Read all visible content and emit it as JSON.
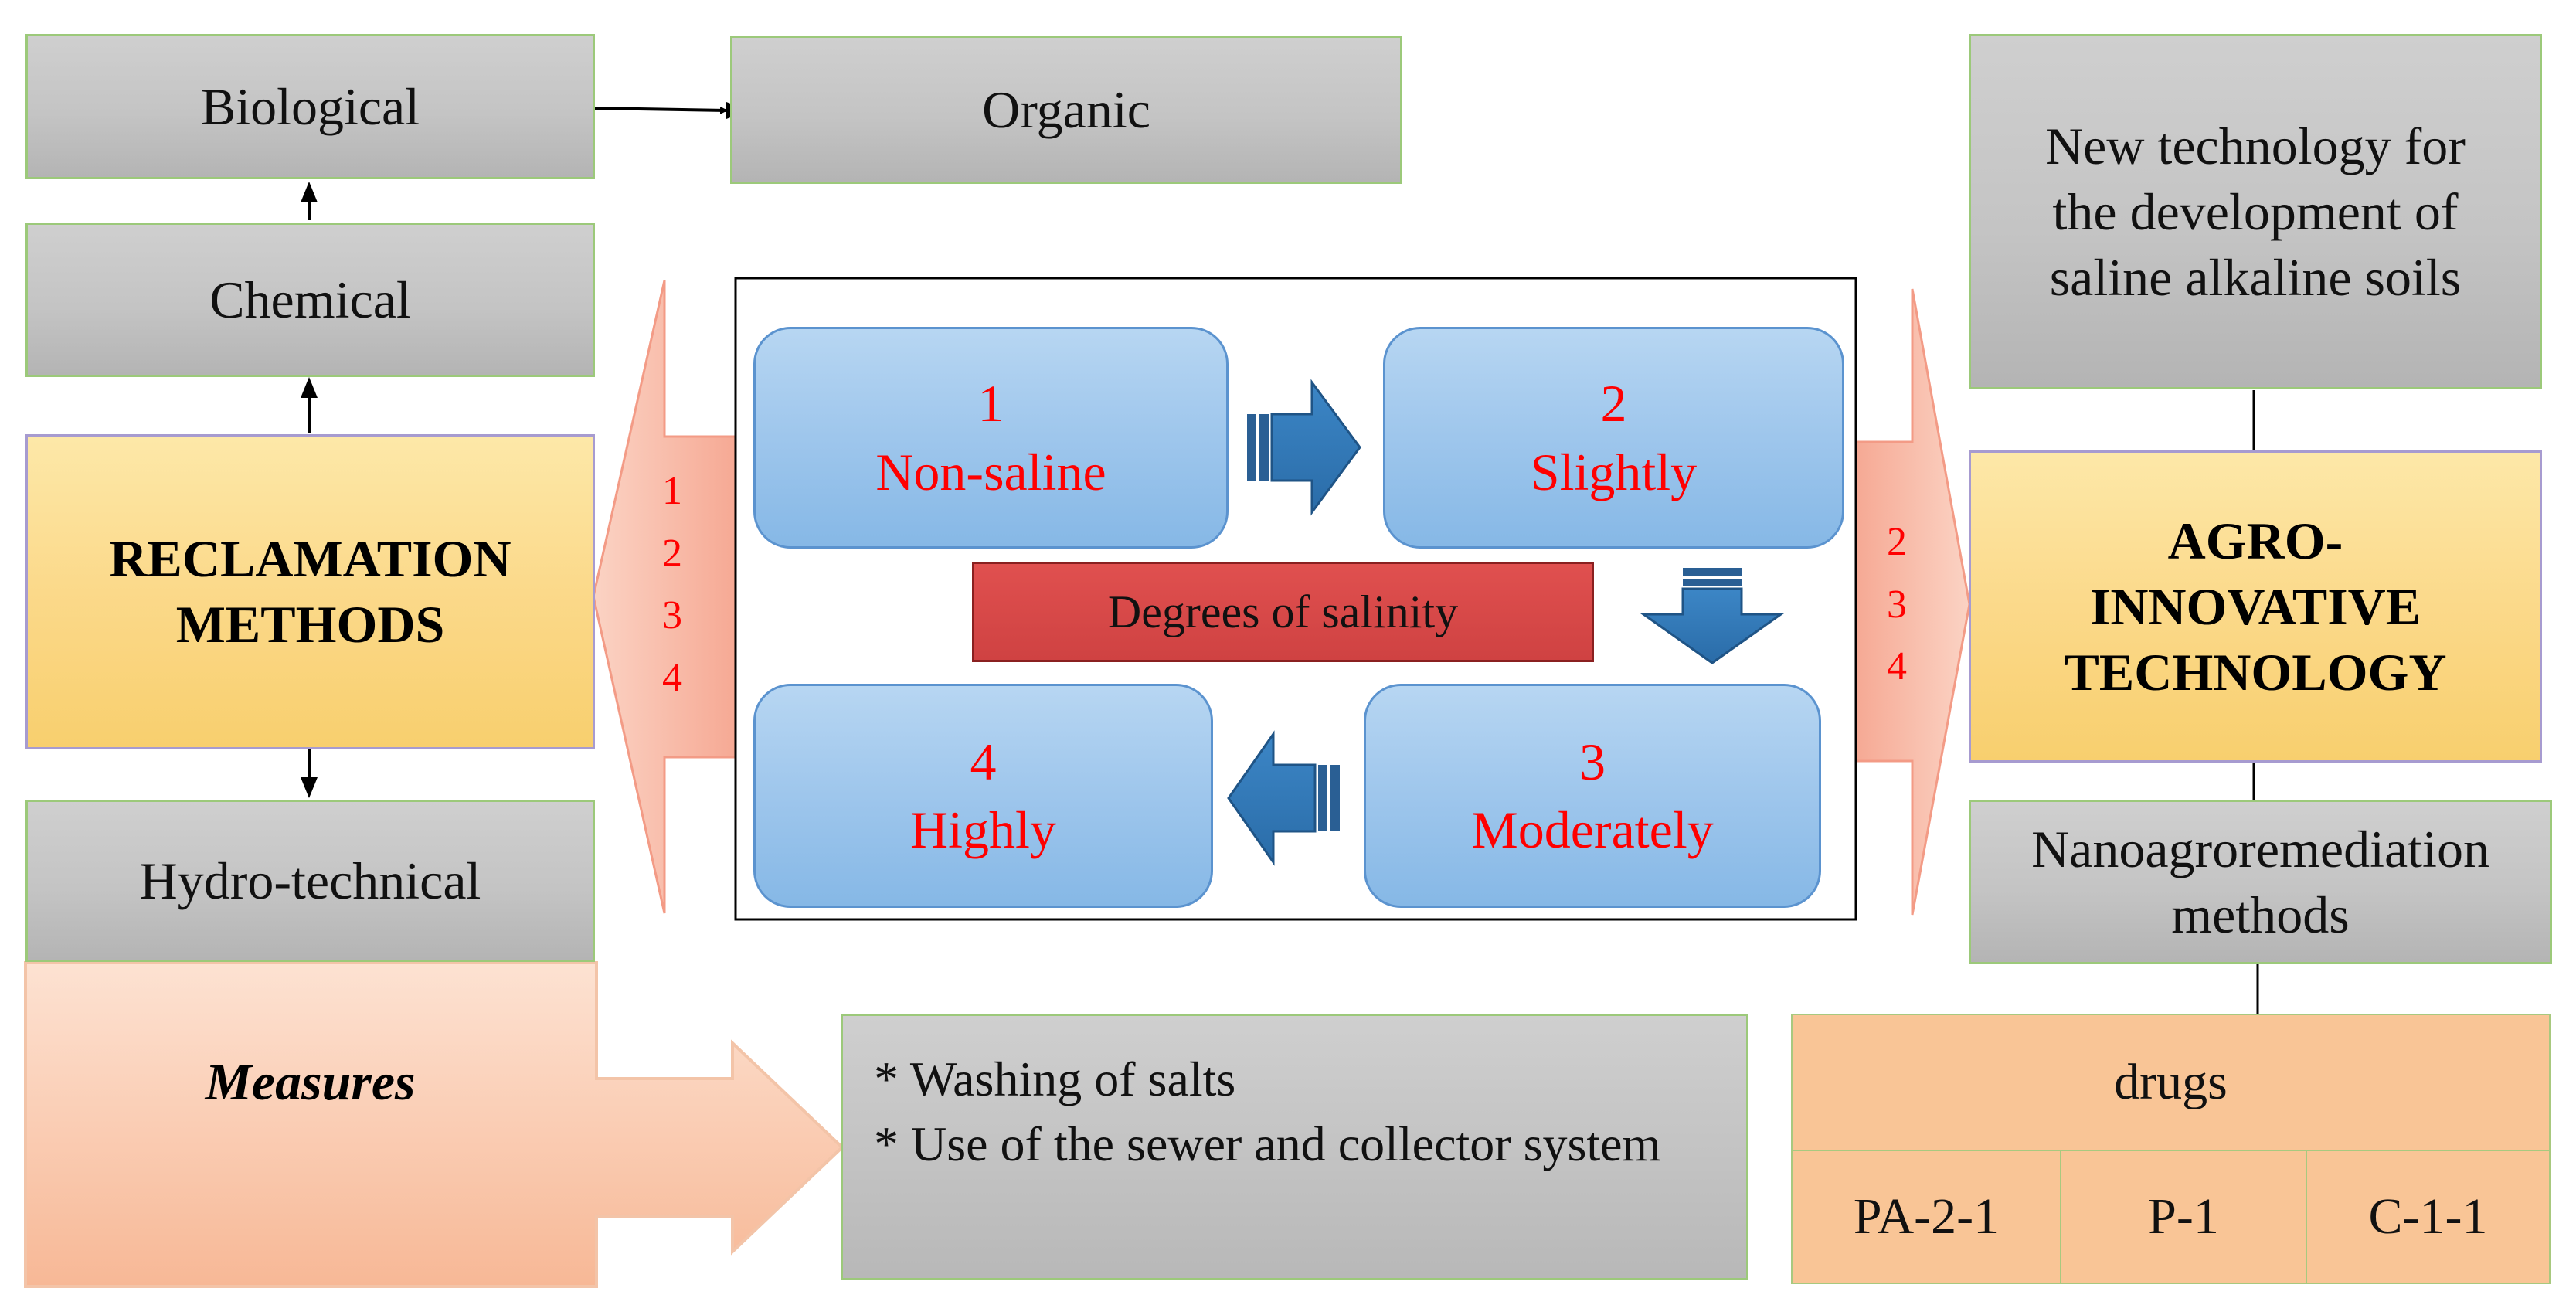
{
  "left": {
    "biological": "Biological",
    "chemical": "Chemical",
    "reclamation_title": "RECLAMATION METHODS",
    "hydro": "Hydro-technical",
    "measures": "Measures"
  },
  "top": {
    "organic": "Organic"
  },
  "center": {
    "left_arrow_numbers": "1\n2\n3\n4",
    "right_arrow_numbers": "2\n3\n4",
    "degrees_label": "Degrees of salinity",
    "boxes": [
      {
        "number": "1",
        "label": "Non-saline"
      },
      {
        "number": "2",
        "label": "Slightly"
      },
      {
        "number": "3",
        "label": "Moderately"
      },
      {
        "number": "4",
        "label": "Highly"
      }
    ]
  },
  "measures_list": {
    "line1": "* Washing of salts",
    "line2": "* Use of the sewer and collector system"
  },
  "right": {
    "new_tech": "New technology for the development of saline alkaline soils",
    "agro_title": "AGRO-INNOVATIVE TECHNOLOGY",
    "nano": "Nanoagroremediation methods",
    "drugs_header": "drugs",
    "drugs": [
      "PA-2-1",
      "P-1",
      "C-1-1"
    ]
  },
  "colors": {
    "gray_box": "#c4c4c4",
    "orange_box": "#fbd98a",
    "blue_box": "#9ec6ec",
    "red_label": "#d94a4a",
    "salmon_arrow": "#f8b8a4",
    "peach_table": "#f9c596",
    "text_red": "#ff0000"
  }
}
